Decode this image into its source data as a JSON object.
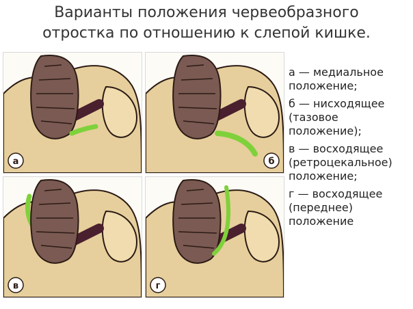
{
  "title": {
    "line1": "Варианты положения червеобразного",
    "line2": "отростка по отношению к слепой кишке."
  },
  "panels": [
    {
      "label": "а"
    },
    {
      "label": "б"
    },
    {
      "label": "в"
    },
    {
      "label": "г"
    }
  ],
  "legend": [
    "а — медиальное положение;",
    "б — нисходящее (тазовое положение);",
    "в — восходящее (ретроцекальное) положение;",
    "г — восходящее (переднее) положение"
  ],
  "colors": {
    "bone": "#e6cf9c",
    "colon": "#7a5a52",
    "colon_outline": "#2b1a14",
    "ileum": "#4a1f2e",
    "appendix": "#7fd13b"
  }
}
